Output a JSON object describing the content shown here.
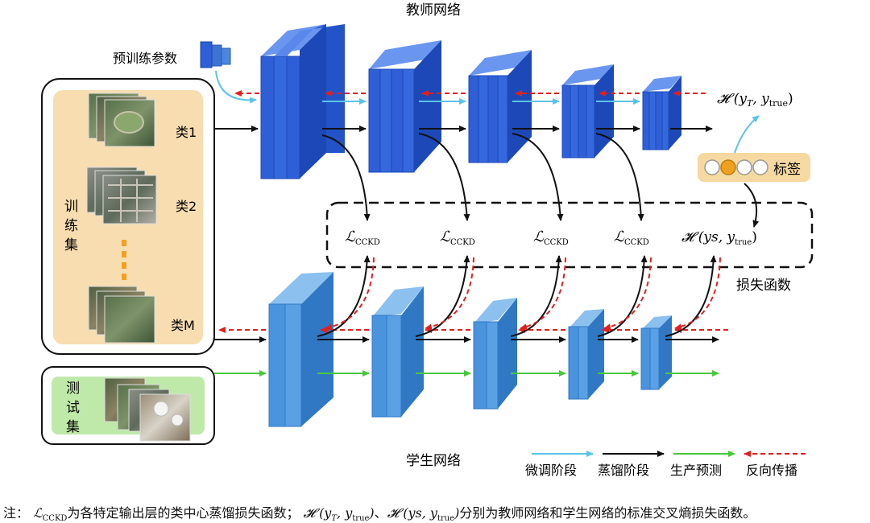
{
  "teacher_network": "教师网络",
  "student_network": "学生网络",
  "pretrained_params": "预训练参数",
  "train_set": [
    "训",
    "练",
    "集"
  ],
  "test_set": [
    "测",
    "试",
    "集"
  ],
  "classes": [
    "类1",
    "类2",
    "类M"
  ],
  "label": "标签",
  "loss_functions": "损失函数",
  "teacher_loss": "H(yT, ytrue)",
  "loss_terms": [
    "LCCKD",
    "LCCKD",
    "LCCKD",
    "LCCKD",
    "H(ys, ytrue)"
  ],
  "legend": {
    "finetune": "微调阶段",
    "distill": "蒸馏阶段",
    "predict": "生产预测",
    "backprop": "反向传播"
  },
  "colors": {
    "teacher_block": "#2f5fd6",
    "student_block": "#4a94de",
    "finetune_arrow": "#5cc3e8",
    "distill_arrow": "#111111",
    "predict_arrow": "#48c83c",
    "backprop_arrow": "#e02020",
    "train_panel": "#f7ddb0",
    "test_panel": "#bfe9a8",
    "label_box": "#f5d9a0",
    "label_dot_selected": "#f0a020"
  },
  "note": {
    "prefix": "注：",
    "l_name": "LCCKD",
    "l_desc": "为各特定输出层的类中心蒸馏损失函数；",
    "h1": "H(yT, ytrue)",
    "sep": "、",
    "h2": "H(ys, ytrue)",
    "h_desc": "分别为教师网络和学生网络的标准交叉熵损失函数。"
  }
}
